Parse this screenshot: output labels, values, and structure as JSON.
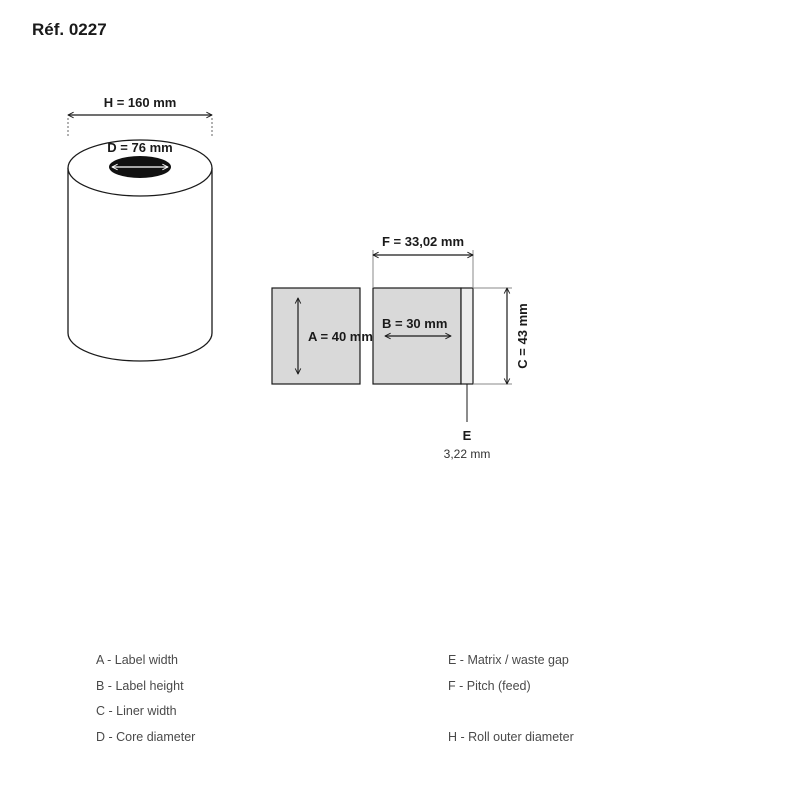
{
  "header": {
    "reference": "Réf. 0227"
  },
  "roll": {
    "outer_diameter_label": "H = 160 mm",
    "core_diameter_label": "D = 76 mm"
  },
  "labels": {
    "label_width_label": "A = 40 mm",
    "label_height_label": "B = 30 mm",
    "pitch_label": "F = 33,02 mm",
    "liner_width_label": "C = 43 mm",
    "gap_letter": "E",
    "gap_value": "3,22 mm"
  },
  "colors": {
    "label_fill": "#d9d9d9",
    "stroke": "#1a1a1a",
    "core_fill": "#111111"
  },
  "legend": {
    "left": [
      "A - Label width",
      "B - Label height",
      "C - Liner width",
      "D - Core diameter"
    ],
    "right": [
      "E - Matrix / waste gap",
      "F - Pitch (feed)",
      "",
      "H - Roll outer diameter"
    ]
  }
}
